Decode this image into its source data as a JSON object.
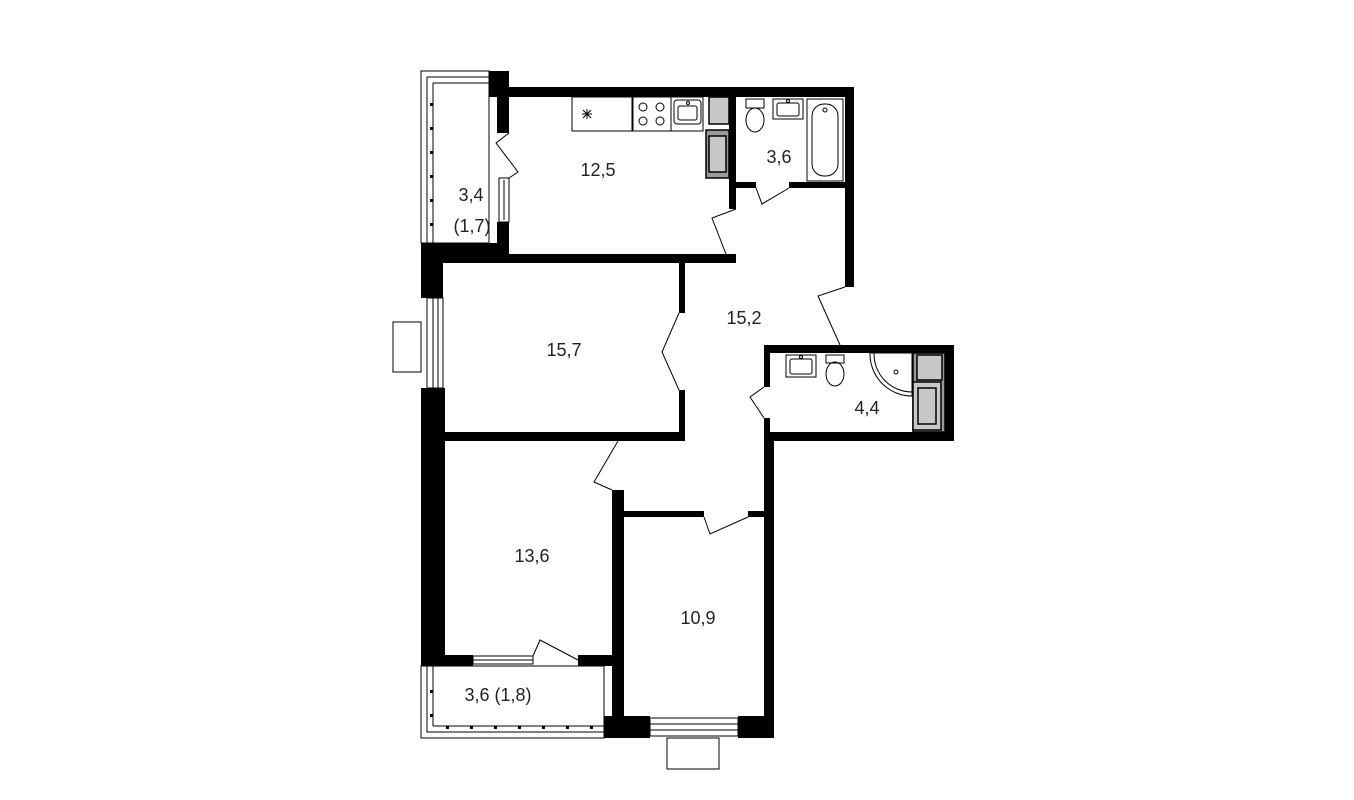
{
  "rooms": {
    "kitchen": "12,5",
    "bathroom": "3,6",
    "balcony_top_area": "3,4",
    "balcony_top_reduced": "(1,7)",
    "living_room": "15,7",
    "hallway": "15,2",
    "toilet": "4,4",
    "bedroom_large": "13,6",
    "bedroom_small": "10,9",
    "balcony_bottom": "3,6 (1,8)"
  },
  "icons": {
    "stove": "stove-icon",
    "sink": "sink-icon",
    "toilet": "toilet-icon",
    "bathtub": "bathtub-icon",
    "shower": "shower-icon",
    "fridge": "fridge-icon",
    "washer": "washing-machine-icon"
  },
  "colors": {
    "wall": "#000000",
    "background": "#ffffff",
    "fixture_fill": "#c8c8c8"
  }
}
